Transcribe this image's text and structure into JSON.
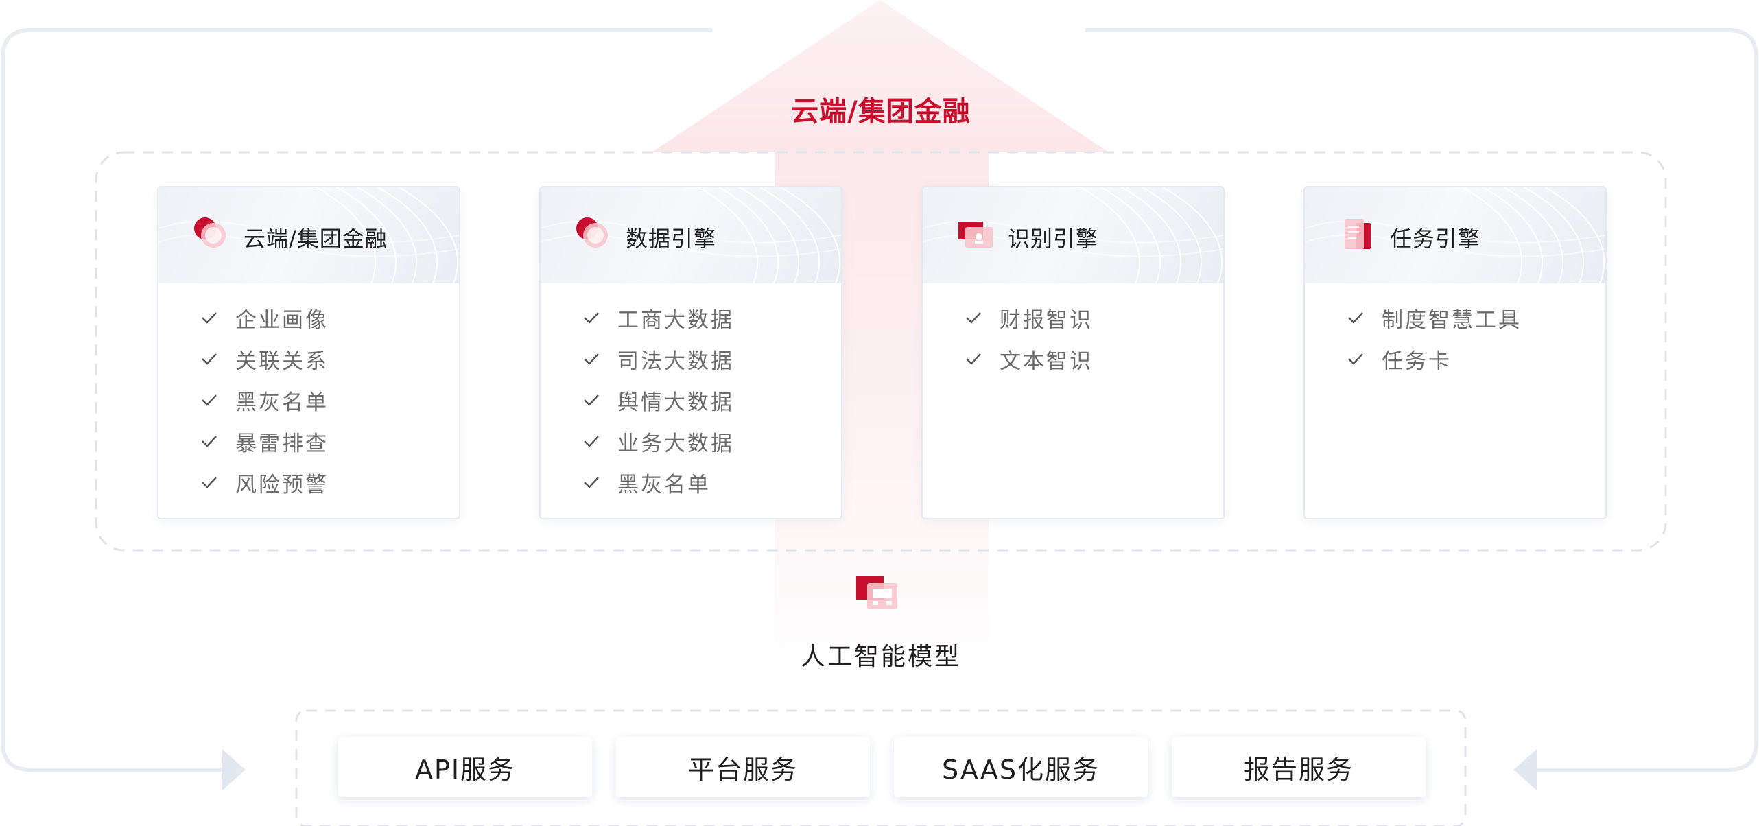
{
  "top_title": "云端/集团金融",
  "engines": [
    {
      "title": "云端/集团金融",
      "icon": "cloud-finance-icon",
      "items": [
        "企业画像",
        "关联关系",
        "黑灰名单",
        "暴雷排查",
        "风险预警"
      ]
    },
    {
      "title": "数据引擎",
      "icon": "data-engine-icon",
      "items": [
        "工商大数据",
        "司法大数据",
        "舆情大数据",
        "业务大数据",
        "黑灰名单"
      ]
    },
    {
      "title": "识别引擎",
      "icon": "recognition-engine-icon",
      "items": [
        "财报智识",
        "文本智识"
      ]
    },
    {
      "title": "任务引擎",
      "icon": "task-engine-icon",
      "items": [
        "制度智慧工具",
        "任务卡"
      ]
    }
  ],
  "ai_model": {
    "label": "人工智能模型",
    "icon": "ai-model-icon"
  },
  "services": [
    "API服务",
    "平台服务",
    "SAAS化服务",
    "报告服务"
  ],
  "colors": {
    "accent": "#c8102e",
    "border": "#e4e9f2",
    "dashed": "#dfe3ea"
  }
}
